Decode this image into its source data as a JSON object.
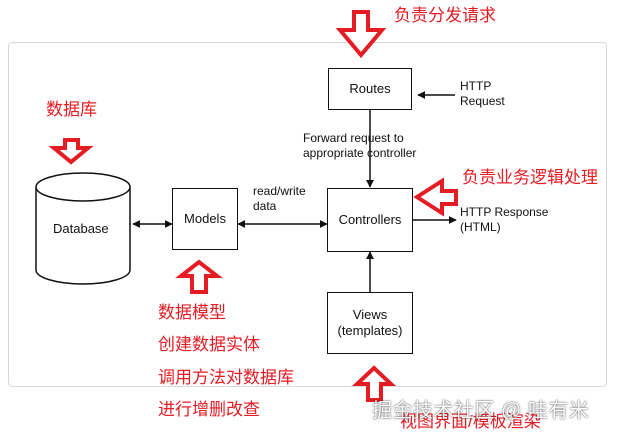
{
  "boxes": {
    "routes": "Routes",
    "models": "Models",
    "controllers": "Controllers",
    "views": "Views\n(templates)",
    "database": "Database"
  },
  "labels": {
    "http_request": "HTTP\nRequest",
    "forward": "Forward request to\nappropriate controller",
    "read_write": "read/write\n data",
    "http_response": "HTTP Response\n(HTML)"
  },
  "annotations": {
    "routes_note": "负责分发请求",
    "database_note": "数据库",
    "controllers_note": "负责业务逻辑处理",
    "models_note_1": "数据模型",
    "models_note_2": "创建数据实体",
    "models_note_3": "调用方法对数据库",
    "models_note_4": "进行增删改查",
    "views_note": "视图界面/模板渲染"
  },
  "watermark": "掘金技术社区 @ 哇有米",
  "colors": {
    "annotation": "#e51c23",
    "line": "#111111"
  }
}
